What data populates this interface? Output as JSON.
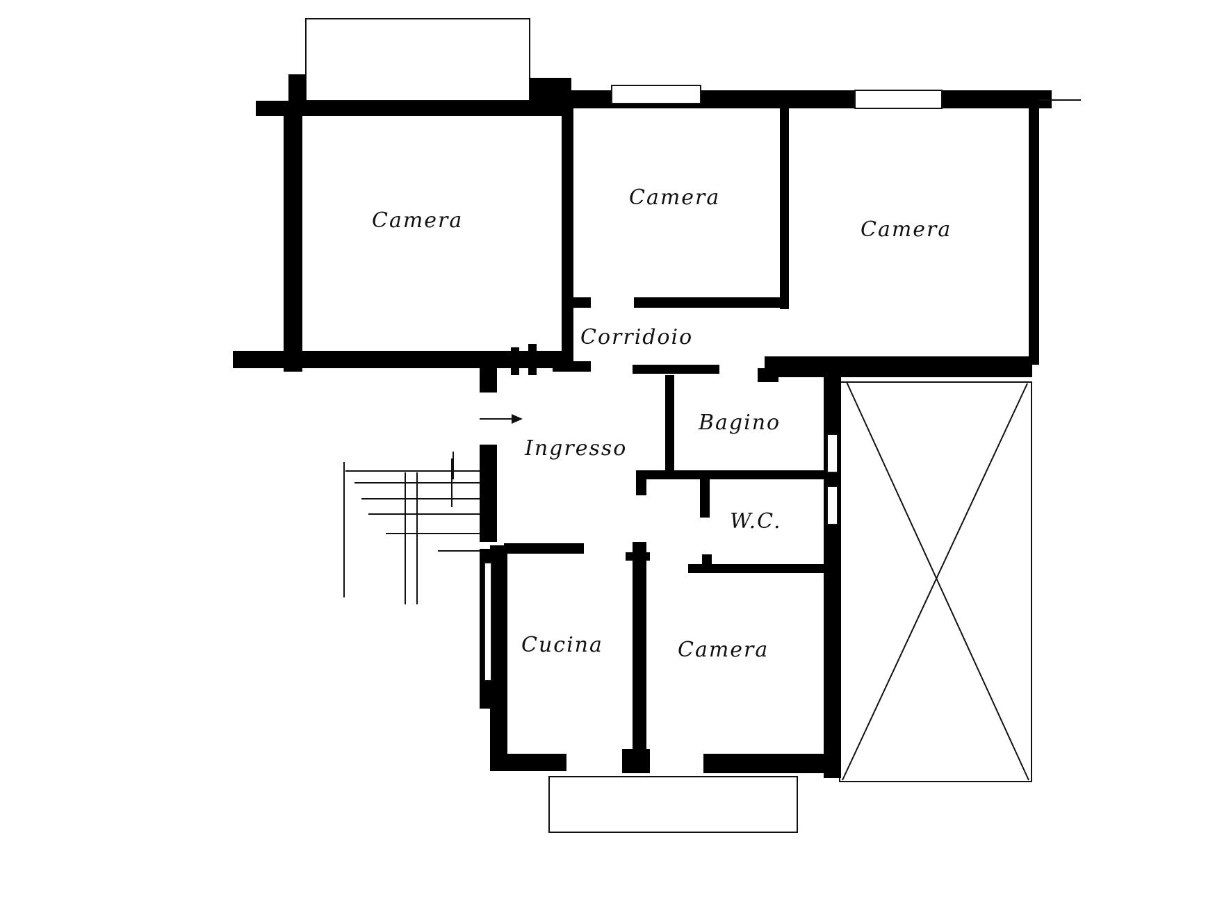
{
  "colors": {
    "wall": "#000000",
    "line": "#111111",
    "background": "#ffffff"
  },
  "rooms": [
    {
      "id": "camera-1",
      "label": "Camera"
    },
    {
      "id": "camera-2",
      "label": "Camera"
    },
    {
      "id": "camera-3",
      "label": "Camera"
    },
    {
      "id": "corridoio",
      "label": "Corridoio"
    },
    {
      "id": "ingresso",
      "label": "Ingresso"
    },
    {
      "id": "bagno",
      "label": "Bagino"
    },
    {
      "id": "wc",
      "label": "W.C."
    },
    {
      "id": "cucina",
      "label": "Cucina"
    },
    {
      "id": "camera-4",
      "label": "Camera"
    }
  ]
}
